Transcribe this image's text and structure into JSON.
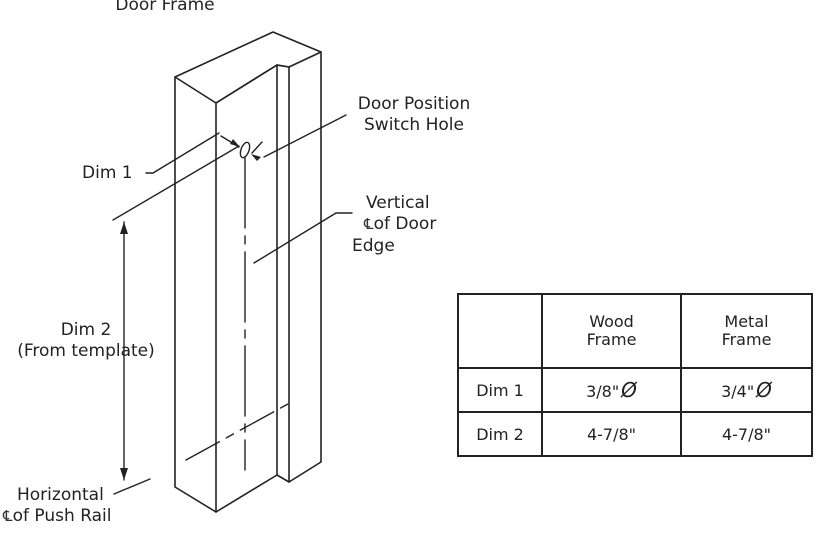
{
  "labels": {
    "door_frame": "Door Frame",
    "door_position_line1": "Door Position",
    "door_position_line2": "Switch Hole",
    "dim1": "Dim 1",
    "vertical_line1": "Vertical",
    "vertical_cl": "℄",
    "vertical_line2": "of Door",
    "vertical_line3": "Edge",
    "dim2_line1": "Dim 2",
    "dim2_line2": "(From template)",
    "horizontal_line1": "Horizontal",
    "horizontal_cl": "℄",
    "horizontal_line2": "of Push Rail"
  },
  "table": {
    "headers": [
      "",
      "Wood\nFrame",
      "Metal\nFrame"
    ],
    "header_lines": [
      [
        "Wood",
        "Frame"
      ],
      [
        "Metal",
        "Frame"
      ]
    ],
    "rows": [
      {
        "label": "Dim 1",
        "wood": "3/8\"",
        "metal": "3/4\"",
        "symbol": "Ø"
      },
      {
        "label": "Dim 2",
        "wood": "4-7/8\"",
        "metal": "4-7/8\""
      }
    ]
  },
  "colors": {
    "line": "#222222",
    "background": "#ffffff"
  }
}
